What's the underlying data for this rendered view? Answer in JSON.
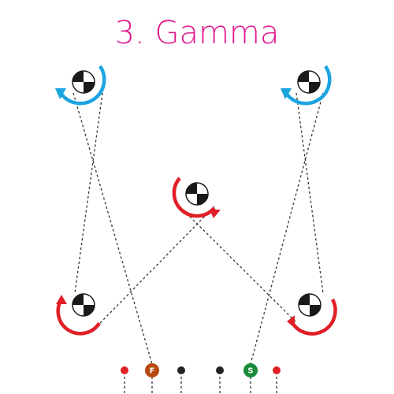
{
  "title": "3. Gamma",
  "colors": {
    "title": "#e0198c",
    "clockwise": "#e01f27",
    "counterclockwise": "#1ba4e0",
    "start_marker": "#1a8a3a",
    "finish_marker": "#b5490f",
    "red_post": "#e01f27",
    "black_post": "#222222",
    "path": "#333333",
    "target_dark": "#1a1a1a"
  },
  "stations": [
    {
      "id": "top-left",
      "rotation": "counterclockwise"
    },
    {
      "id": "top-right",
      "rotation": "counterclockwise"
    },
    {
      "id": "center",
      "rotation": "clockwise"
    },
    {
      "id": "bottom-left",
      "rotation": "clockwise"
    },
    {
      "id": "bottom-right",
      "rotation": "clockwise"
    }
  ],
  "markers": {
    "finish_label": "F",
    "start_label": "S"
  },
  "posts": [
    {
      "color": "red"
    },
    {
      "color": "finish"
    },
    {
      "color": "black"
    },
    {
      "color": "black"
    },
    {
      "color": "start"
    },
    {
      "color": "red"
    }
  ]
}
